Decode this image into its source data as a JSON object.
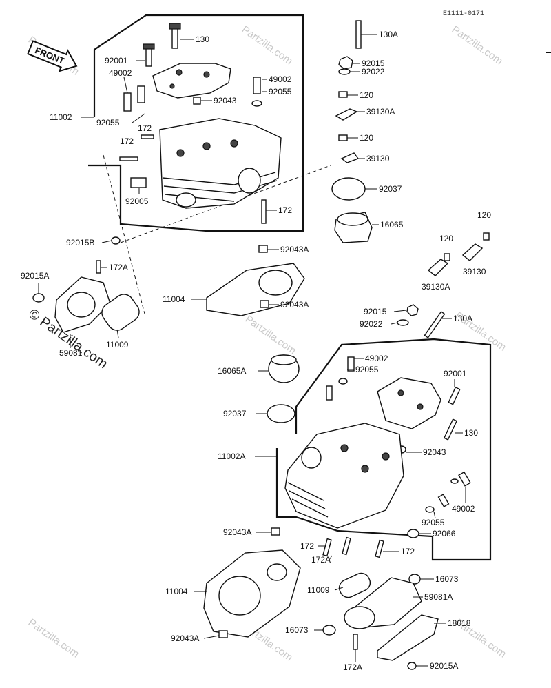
{
  "diagram_code": "E1111-0171",
  "front_arrow_label": "FRONT",
  "watermark": "Partzilla.com",
  "watermark_side": "© Partzilla.com",
  "callouts": {
    "p130_top": "130",
    "p130A_top": "130A",
    "p92001_top": "92001",
    "p92015_top": "92015",
    "p92022_top": "92022",
    "p49002_top_left": "49002",
    "p49002_top_right": "49002",
    "p92055_top_right": "92055",
    "p92043_top": "92043",
    "p120_top_a": "120",
    "p39130A_top": "39130A",
    "p11002": "11002",
    "p92055_top_left": "92055",
    "p172_top_a": "172",
    "p172_top_b": "172",
    "p120_top_b": "120",
    "p39130_top": "39130",
    "p92037_top": "92037",
    "p92005": "92005",
    "p172_mid": "172",
    "p16065": "16065",
    "p92015B": "92015B",
    "p92043A_a": "92043A",
    "p120_right_a": "120",
    "p120_right_b": "120",
    "p172A_left": "172A",
    "p39130_right": "39130",
    "p39130A_right": "39130A",
    "p92015A_left": "92015A",
    "p11004_top": "11004",
    "p92043A_b": "92043A",
    "p92015_mid": "92015",
    "p130A_mid": "130A",
    "p92022_mid": "92022",
    "p11009_left": "11009",
    "p59081": "59081",
    "p49002_mid": "49002",
    "p92055_mid": "92055",
    "p16065A": "16065A",
    "p92001_mid": "92001",
    "p92037_mid": "92037",
    "p130_mid": "130",
    "p92043_mid": "92043",
    "p11002A": "11002A",
    "p49002_low": "49002",
    "p92055_low": "92055",
    "p92043A_c": "92043A",
    "p92066": "92066",
    "p172_low_a": "172",
    "p172_low_b": "172",
    "p172A_low": "172A",
    "p16073_a": "16073",
    "p11004_low": "11004",
    "p11009_low": "11009",
    "p59081A": "59081A",
    "p16073_b": "16073",
    "p18018": "18018",
    "p92043A_d": "92043A",
    "p172A_bottom": "172A",
    "p92015A_bottom": "92015A"
  }
}
